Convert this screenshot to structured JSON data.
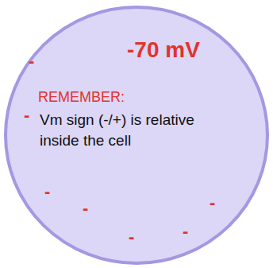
{
  "diagram": {
    "nodes": [
      {
        "text": [
          "-70 mV",
          "REMEMBER:",
          "Vm sign (-/+) is relative inside the cell"
        ]
      }
    ],
    "labels": [
      "-",
      "-",
      "-",
      "-",
      "-",
      "-",
      "-"
    ]
  }
}
